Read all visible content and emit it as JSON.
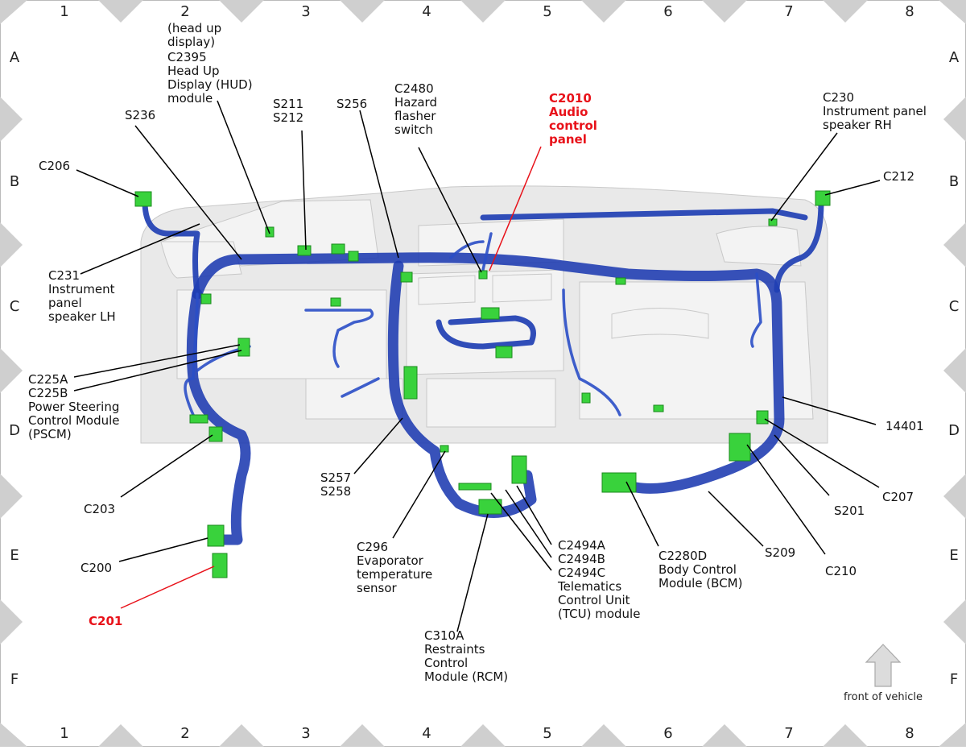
{
  "grid": {
    "columns": [
      "1",
      "2",
      "3",
      "4",
      "5",
      "6",
      "7",
      "8"
    ],
    "rows": [
      "A",
      "B",
      "C",
      "D",
      "E",
      "F"
    ]
  },
  "labels": {
    "hud": [
      "(head up",
      "display)",
      "C2395",
      "Head Up",
      "Display (HUD)",
      "module"
    ],
    "s236": [
      "S236"
    ],
    "s211": [
      "S211",
      "S212"
    ],
    "s256": [
      "S256"
    ],
    "c2480": [
      "C2480",
      "Hazard",
      "flasher",
      "switch"
    ],
    "c2010": [
      "C2010",
      "Audio",
      "control",
      "panel"
    ],
    "c230": [
      "C230",
      "Instrument panel",
      "speaker RH"
    ],
    "c206": [
      "C206"
    ],
    "c212": [
      "C212"
    ],
    "c231": [
      "C231",
      "Instrument",
      "panel",
      "speaker LH"
    ],
    "c225": [
      "C225A",
      "C225B",
      "Power Steering",
      "Control Module",
      "(PSCM)"
    ],
    "p14401": [
      "14401"
    ],
    "c203": [
      "C203"
    ],
    "s257": [
      "S257",
      "S258"
    ],
    "c207": [
      "C207"
    ],
    "s201": [
      "S201"
    ],
    "c200": [
      "C200"
    ],
    "c296": [
      "C296",
      "Evaporator",
      "temperature",
      "sensor"
    ],
    "c2494": [
      "C2494A",
      "C2494B",
      "C2494C",
      "Telematics",
      "Control Unit",
      "(TCU) module"
    ],
    "c2280d": [
      "C2280D",
      "Body Control",
      "Module (BCM)"
    ],
    "s209": [
      "S209"
    ],
    "c210": [
      "C210"
    ],
    "c201": [
      "C201"
    ],
    "c310a": [
      "C310A",
      "Restraints",
      "Control",
      "Module (RCM)"
    ],
    "front": [
      "front of vehicle"
    ]
  },
  "colors": {
    "highlight": "#e8121a",
    "harness": "#1f3fb3",
    "connector": "#39d23c"
  }
}
